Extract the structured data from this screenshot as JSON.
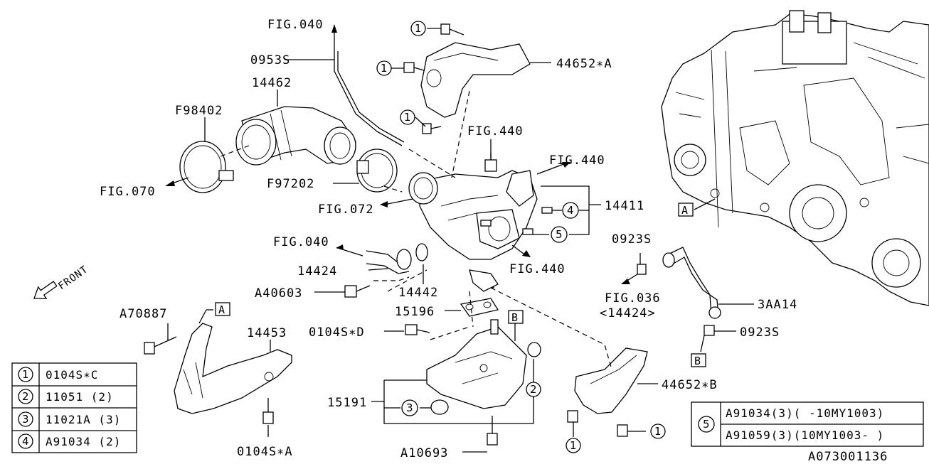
{
  "labels": {
    "fig040_top": "FIG.040",
    "p0953s": "0953S",
    "p14462": "14462",
    "pf98402": "F98402",
    "fig070": "FIG.070",
    "pf97202": "F97202",
    "fig072": "FIG.072",
    "fig440_a": "FIG.440",
    "fig440_b": "FIG.440",
    "fig440_c": "FIG.440",
    "p44652a": "44652∗A",
    "p14411": "14411",
    "fig040_mid": "FIG.040",
    "p14424": "14424",
    "a40603": "A40603",
    "p14442": "14442",
    "p15196": "15196",
    "a70887": "A70887",
    "p14453": "14453",
    "p0104sd": "0104S∗D",
    "p15191": "15191",
    "p0104sa": "0104S∗A",
    "a10693": "A10693",
    "p44652b": "44652∗B",
    "p0923s_top": "0923S",
    "fig036": "FIG.036",
    "fig036_sub": "<14424>",
    "p3aa14": "3AA14",
    "p0923s_bot": "0923S",
    "front": "FRONT",
    "ref_a1": "A",
    "ref_a2": "A",
    "ref_b1": "B",
    "ref_b2": "B",
    "catalog": "A073001136"
  },
  "callouts": {
    "c1_top": "1",
    "c1_mid": "1",
    "c1_low": "1",
    "c1_br": "1",
    "c1_bl": "1",
    "c4": "4",
    "c5": "5",
    "c2": "2",
    "c3": "3"
  },
  "legend_left": [
    {
      "num": "1",
      "part": "0104S∗C"
    },
    {
      "num": "2",
      "part": "11051 (2)"
    },
    {
      "num": "3",
      "part": "11021A (3)"
    },
    {
      "num": "4",
      "part": "A91034 (2)"
    }
  ],
  "legend_right": {
    "num": "5",
    "rows": [
      "A91034(3)( -10MY1003)",
      "A91059(3)(10MY1003- )"
    ]
  }
}
